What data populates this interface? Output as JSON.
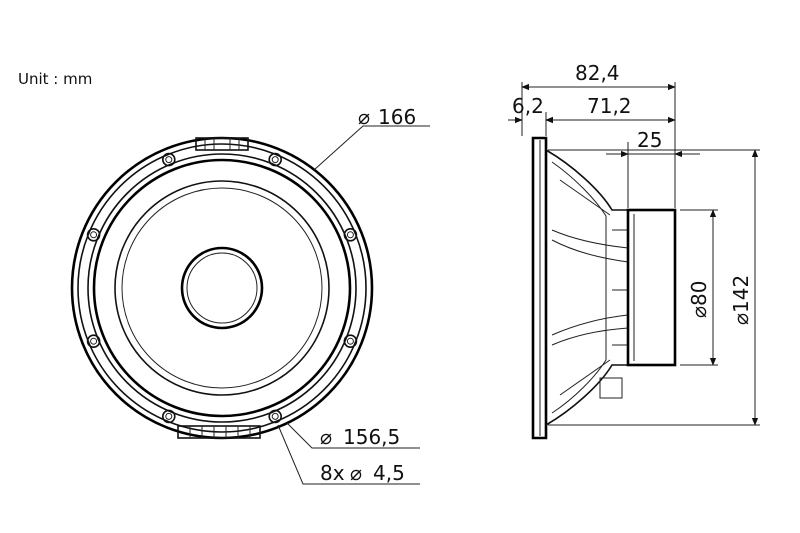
{
  "unit_label": "Unit : mm",
  "front_view": {
    "outer_diameter": "166",
    "mount_circle_diameter": "156,5",
    "holes_count": "8x",
    "hole_diameter": "4,5"
  },
  "side_view": {
    "overall_depth": "82,4",
    "flange_thickness": "6,2",
    "body_depth": "71,2",
    "magnet_depth": "25",
    "magnet_diameter": "80",
    "cutout_diameter": "142"
  },
  "symbols": {
    "diameter": "⌀"
  }
}
